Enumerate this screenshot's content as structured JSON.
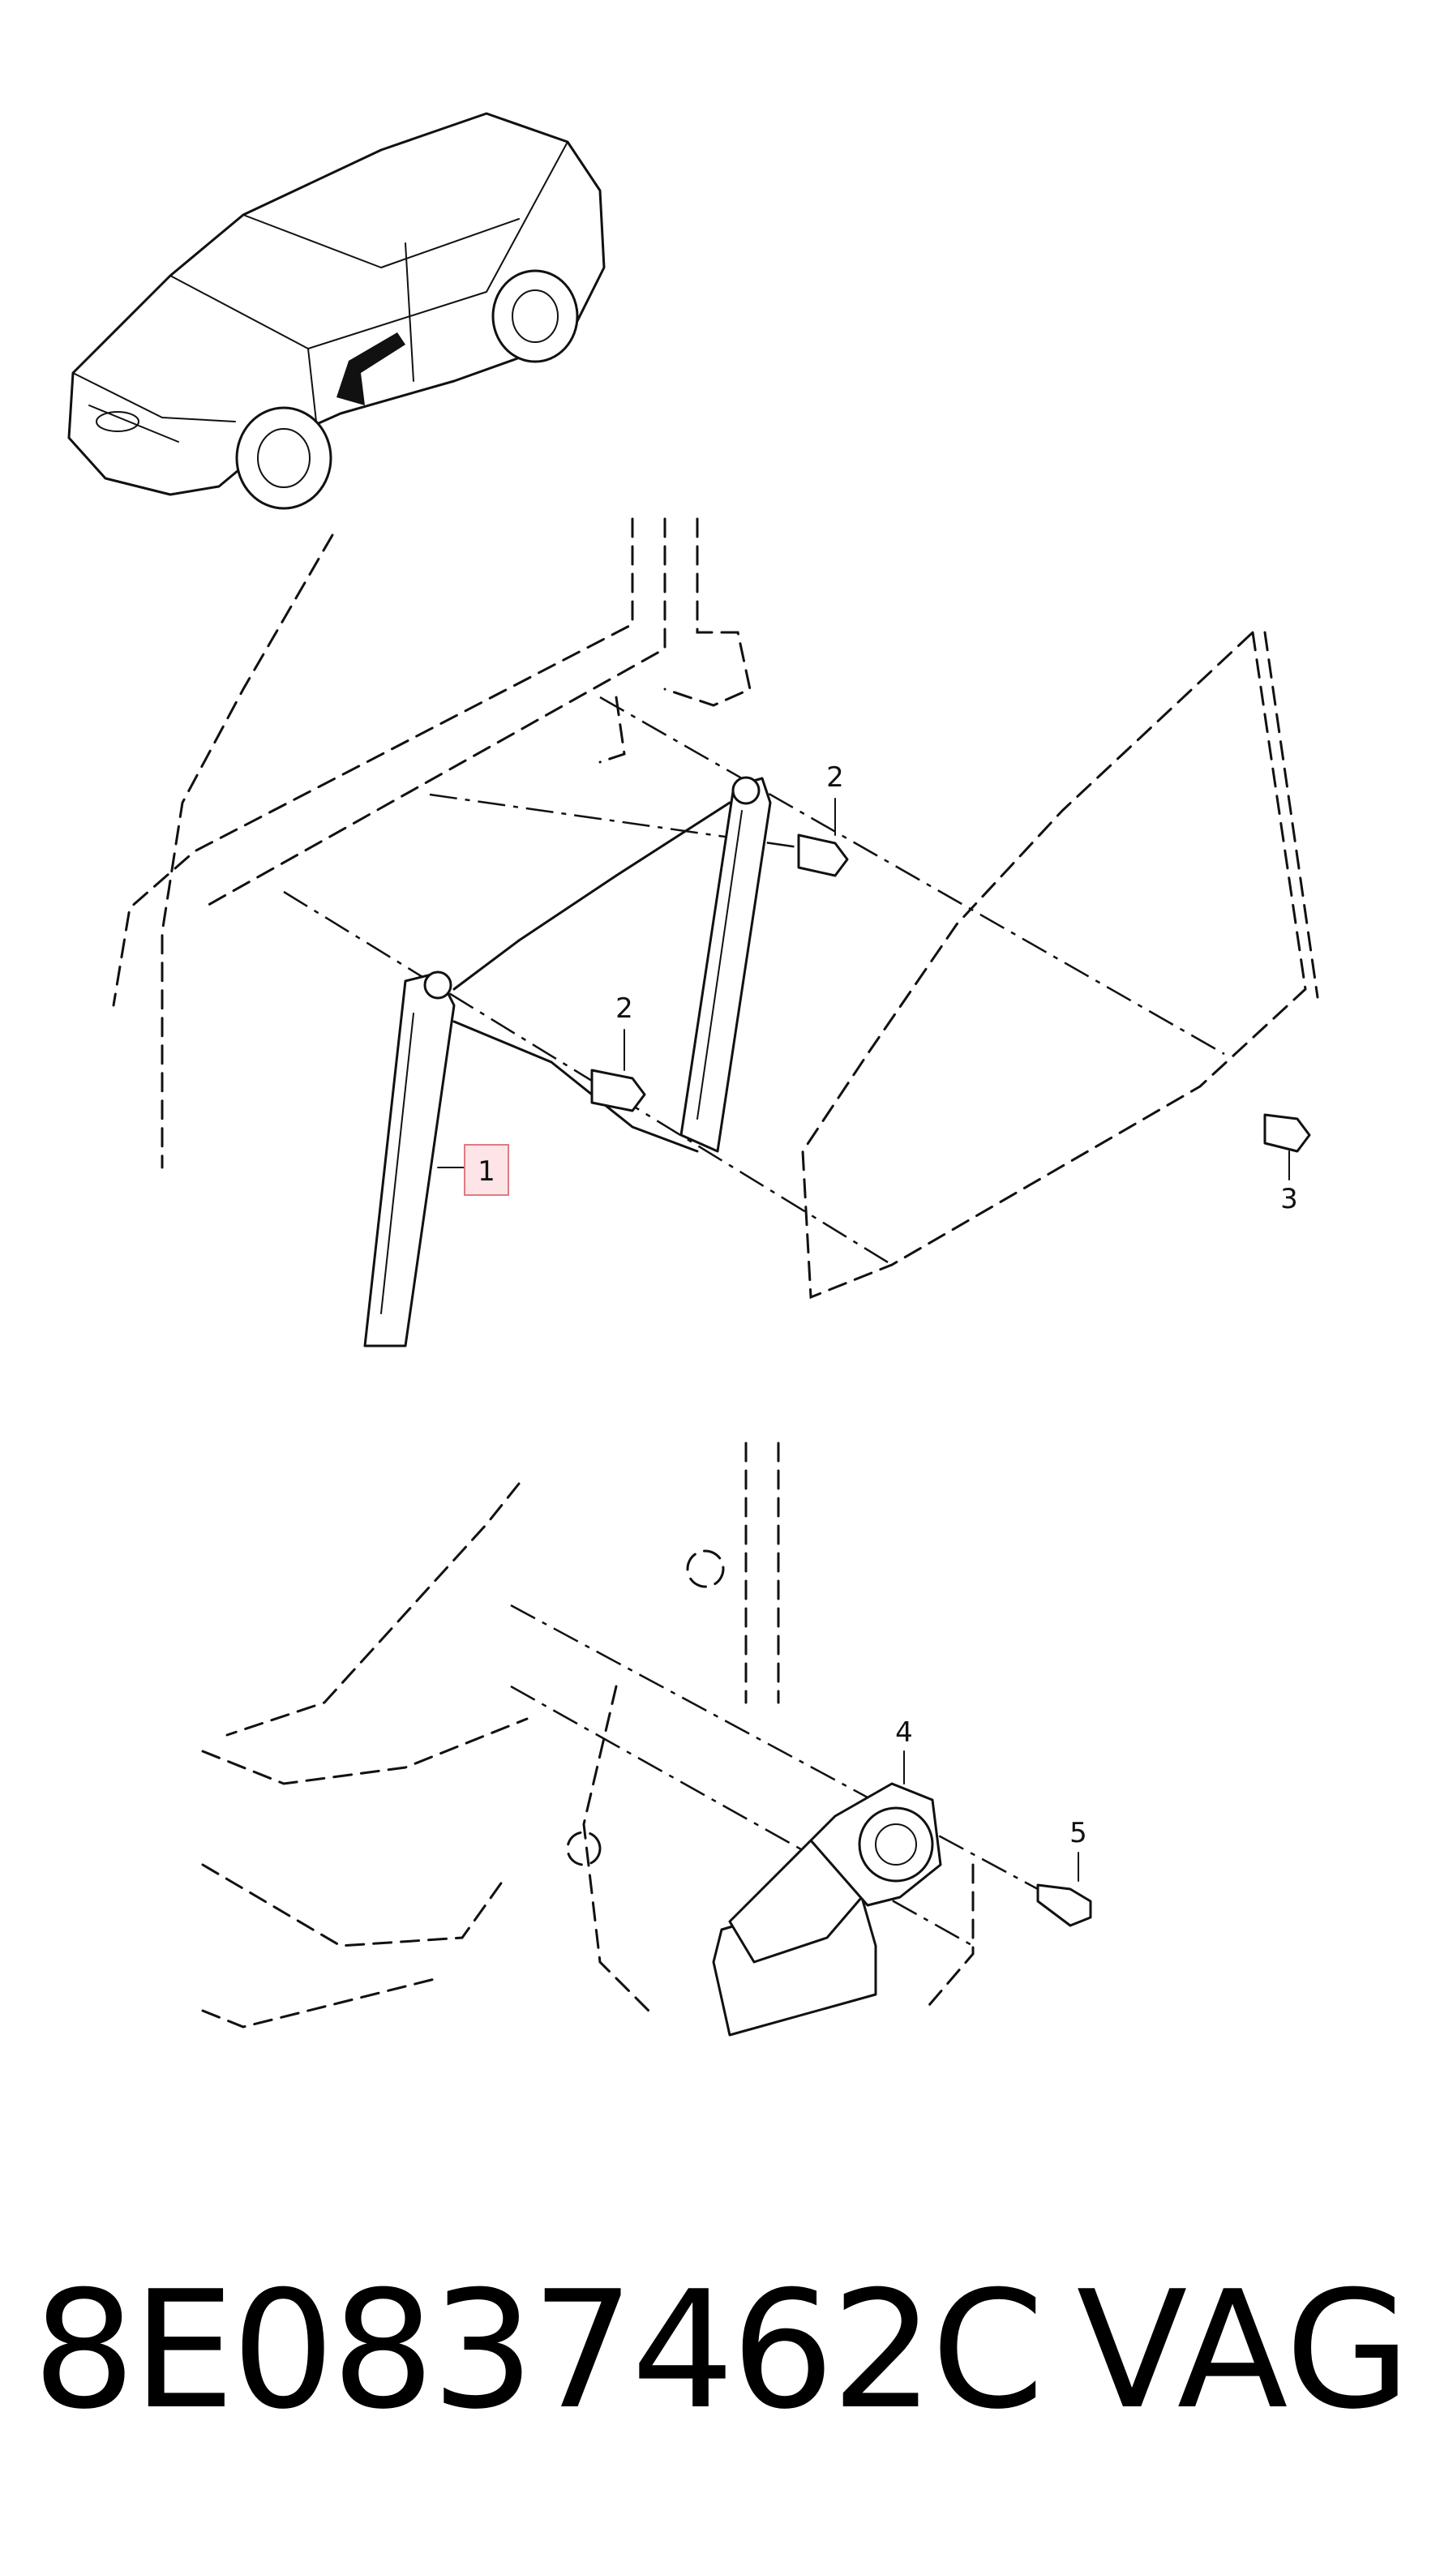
{
  "callouts": [
    {
      "id": "1",
      "label": "1",
      "highlighted": true
    },
    {
      "id": "2a",
      "label": "2"
    },
    {
      "id": "2b",
      "label": "2"
    },
    {
      "id": "3",
      "label": "3"
    },
    {
      "id": "4",
      "label": "4"
    },
    {
      "id": "5",
      "label": "5"
    }
  ],
  "footer": {
    "part_number": "8E0837462C",
    "manufacturer": "VAG"
  },
  "colors": {
    "ink": "#111111",
    "highlight_fill": "#fde4e6",
    "highlight_stroke": "#e07a85"
  }
}
